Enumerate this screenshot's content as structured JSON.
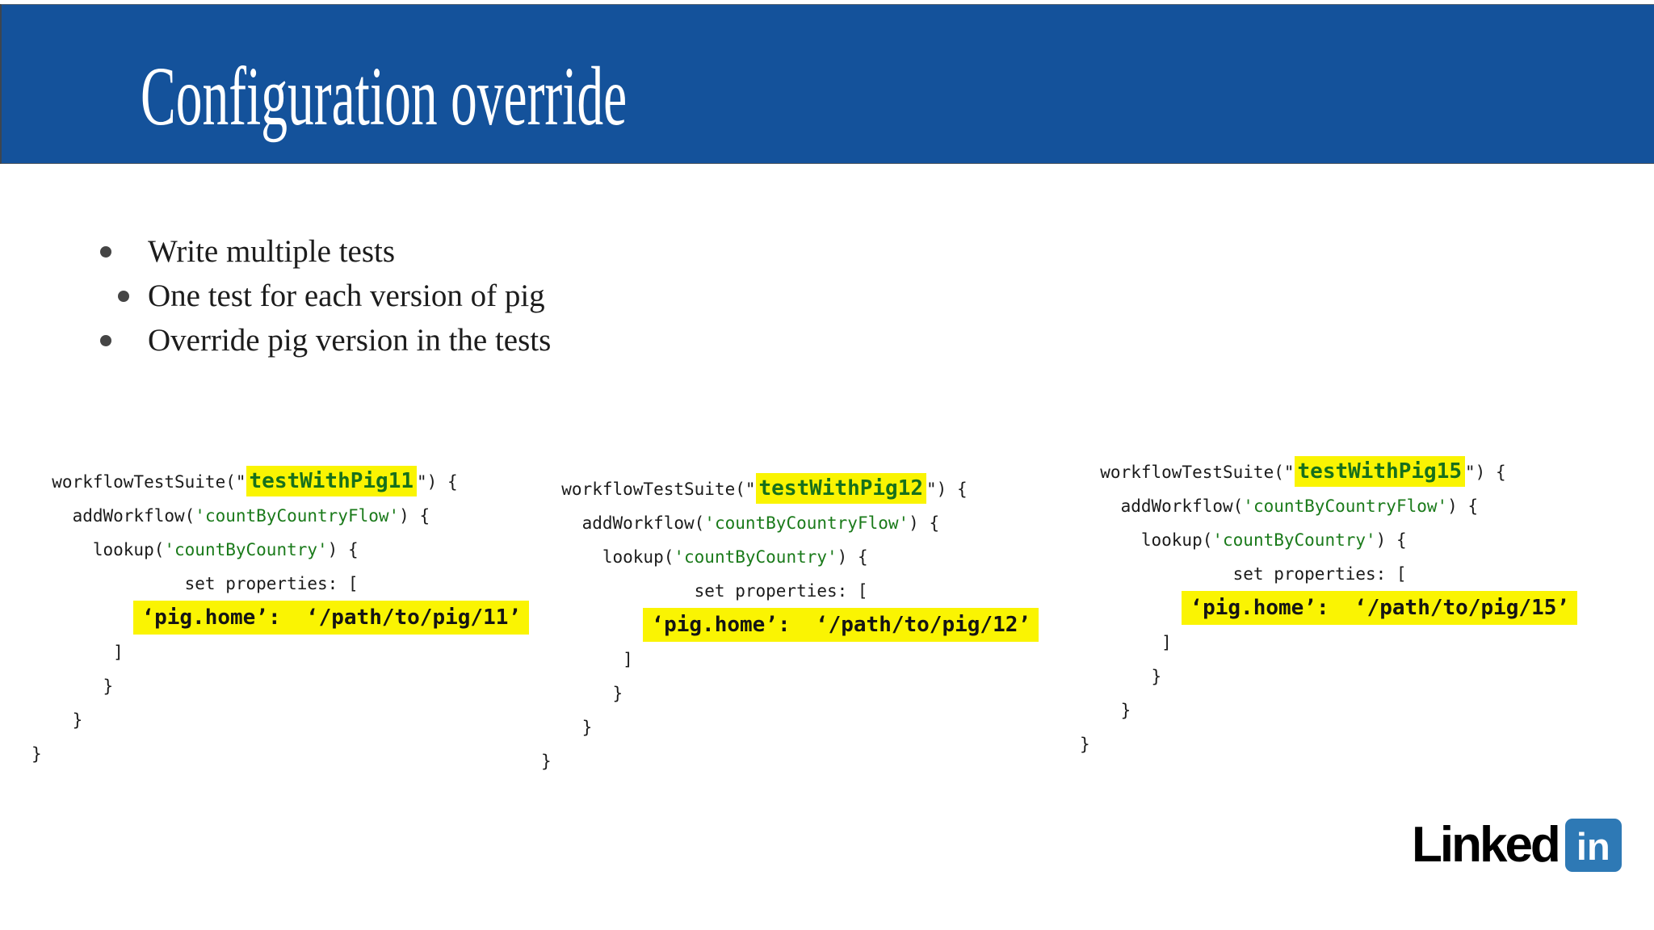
{
  "slide": {
    "title": "Configuration override",
    "bullets": [
      {
        "label": "Write multiple tests",
        "indent": 0
      },
      {
        "label": "One test for each version of pig",
        "indent": 1
      },
      {
        "label": "Override pig version in the tests",
        "indent": 0
      }
    ]
  },
  "colors": {
    "header_bg": "#14529B",
    "header_title": "#FFFFFF",
    "body_bg": "#FFFFFF",
    "text": "#1C1C1C",
    "bullet_dot": "#454545",
    "code_text": "#1B1B1B",
    "string_green": "#1A7A1A",
    "highlight_name_green": "#17701C",
    "highlight_bg": "#FAF402",
    "linkedin_blue": "#2E79B5",
    "linkedin_text": "#000000"
  },
  "code_blocks": [
    {
      "test_name": "testWithPig11",
      "lines": [
        {
          "segments": [
            {
              "text": "  workflowTestSuite(\"",
              "style": "plain"
            },
            {
              "text": "testWithPig11",
              "style": "name"
            },
            {
              "text": "\") {",
              "style": "plain"
            }
          ]
        },
        {
          "segments": [
            {
              "text": "    addWorkflow(",
              "style": "plain"
            },
            {
              "text": "'countByCountryFlow'",
              "style": "string"
            },
            {
              "text": ") {",
              "style": "plain"
            }
          ]
        },
        {
          "segments": [
            {
              "text": "      lookup(",
              "style": "plain"
            },
            {
              "text": "'countByCountry'",
              "style": "string"
            },
            {
              "text": ") {",
              "style": "plain"
            }
          ]
        },
        {
          "segments": [
            {
              "text": "               set properties: [",
              "style": "plain"
            }
          ]
        },
        {
          "segments": [
            {
              "text": "          ",
              "style": "plain"
            },
            {
              "text": "‘pig.home’:  ‘/path/to/pig/11’",
              "style": "prop"
            }
          ]
        },
        {
          "segments": [
            {
              "text": "        ]",
              "style": "plain"
            }
          ]
        },
        {
          "segments": [
            {
              "text": "       }",
              "style": "plain"
            }
          ]
        },
        {
          "segments": [
            {
              "text": "    }",
              "style": "plain"
            }
          ]
        },
        {
          "segments": [
            {
              "text": "}",
              "style": "plain"
            }
          ]
        }
      ]
    },
    {
      "test_name": "testWithPig12",
      "lines": [
        {
          "segments": [
            {
              "text": "  workflowTestSuite(\"",
              "style": "plain"
            },
            {
              "text": "testWithPig12",
              "style": "name"
            },
            {
              "text": "\") {",
              "style": "plain"
            }
          ]
        },
        {
          "segments": [
            {
              "text": "    addWorkflow(",
              "style": "plain"
            },
            {
              "text": "'countByCountryFlow'",
              "style": "string"
            },
            {
              "text": ") {",
              "style": "plain"
            }
          ]
        },
        {
          "segments": [
            {
              "text": "      lookup(",
              "style": "plain"
            },
            {
              "text": "'countByCountry'",
              "style": "string"
            },
            {
              "text": ") {",
              "style": "plain"
            }
          ]
        },
        {
          "segments": [
            {
              "text": "               set properties: [",
              "style": "plain"
            }
          ]
        },
        {
          "segments": [
            {
              "text": "          ",
              "style": "plain"
            },
            {
              "text": "‘pig.home’:  ‘/path/to/pig/12’",
              "style": "prop"
            }
          ]
        },
        {
          "segments": [
            {
              "text": "        ]",
              "style": "plain"
            }
          ]
        },
        {
          "segments": [
            {
              "text": "       }",
              "style": "plain"
            }
          ]
        },
        {
          "segments": [
            {
              "text": "    }",
              "style": "plain"
            }
          ]
        },
        {
          "segments": [
            {
              "text": "}",
              "style": "plain"
            }
          ]
        }
      ]
    },
    {
      "test_name": "testWithPig15",
      "lines": [
        {
          "segments": [
            {
              "text": "  workflowTestSuite(\"",
              "style": "plain"
            },
            {
              "text": "testWithPig15",
              "style": "name"
            },
            {
              "text": "\") {",
              "style": "plain"
            }
          ]
        },
        {
          "segments": [
            {
              "text": "    addWorkflow(",
              "style": "plain"
            },
            {
              "text": "'countByCountryFlow'",
              "style": "string"
            },
            {
              "text": ") {",
              "style": "plain"
            }
          ]
        },
        {
          "segments": [
            {
              "text": "      lookup(",
              "style": "plain"
            },
            {
              "text": "'countByCountry'",
              "style": "string"
            },
            {
              "text": ") {",
              "style": "plain"
            }
          ]
        },
        {
          "segments": [
            {
              "text": "               set properties: [",
              "style": "plain"
            }
          ]
        },
        {
          "segments": [
            {
              "text": "          ",
              "style": "plain"
            },
            {
              "text": "‘pig.home’:  ‘/path/to/pig/15’",
              "style": "prop"
            }
          ]
        },
        {
          "segments": [
            {
              "text": "        ]",
              "style": "plain"
            }
          ]
        },
        {
          "segments": [
            {
              "text": "       }",
              "style": "plain"
            }
          ]
        },
        {
          "segments": [
            {
              "text": "    }",
              "style": "plain"
            }
          ]
        },
        {
          "segments": [
            {
              "text": "}",
              "style": "plain"
            }
          ]
        }
      ]
    }
  ],
  "logo": {
    "wordmark": "Linked",
    "badge": "in"
  }
}
